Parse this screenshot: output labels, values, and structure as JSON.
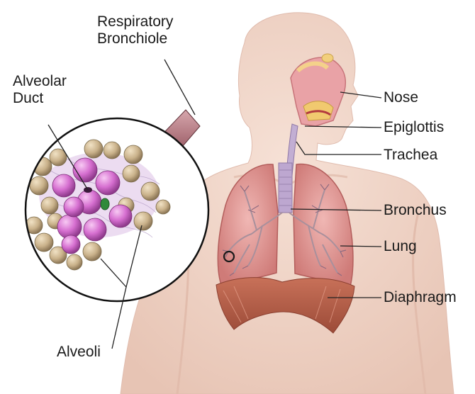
{
  "labels": {
    "respiratory_bronchiole": [
      "Respiratory",
      "Bronchiole"
    ],
    "alveolar_duct": [
      "Alveolar",
      "Duct"
    ],
    "alveoli": "Alveoli",
    "nose": "Nose",
    "epiglottis": "Epiglottis",
    "trachea": "Trachea",
    "bronchus": "Bronchus",
    "lung": "Lung",
    "diaphragm": "Diaphragm"
  },
  "colors": {
    "skin": "#f3d9cc",
    "skin_shadow": "#e6c1b1",
    "lung": "#e8a4a2",
    "lung_dark": "#c9706e",
    "diaphragm": "#b9604a",
    "trachea": "#b9a3c9",
    "alveolus_pink": "#d66fd0",
    "alveolus_capillary": "#c9b18a",
    "bronchiole_tube": "#a66a73",
    "leader_line": "#222222"
  }
}
